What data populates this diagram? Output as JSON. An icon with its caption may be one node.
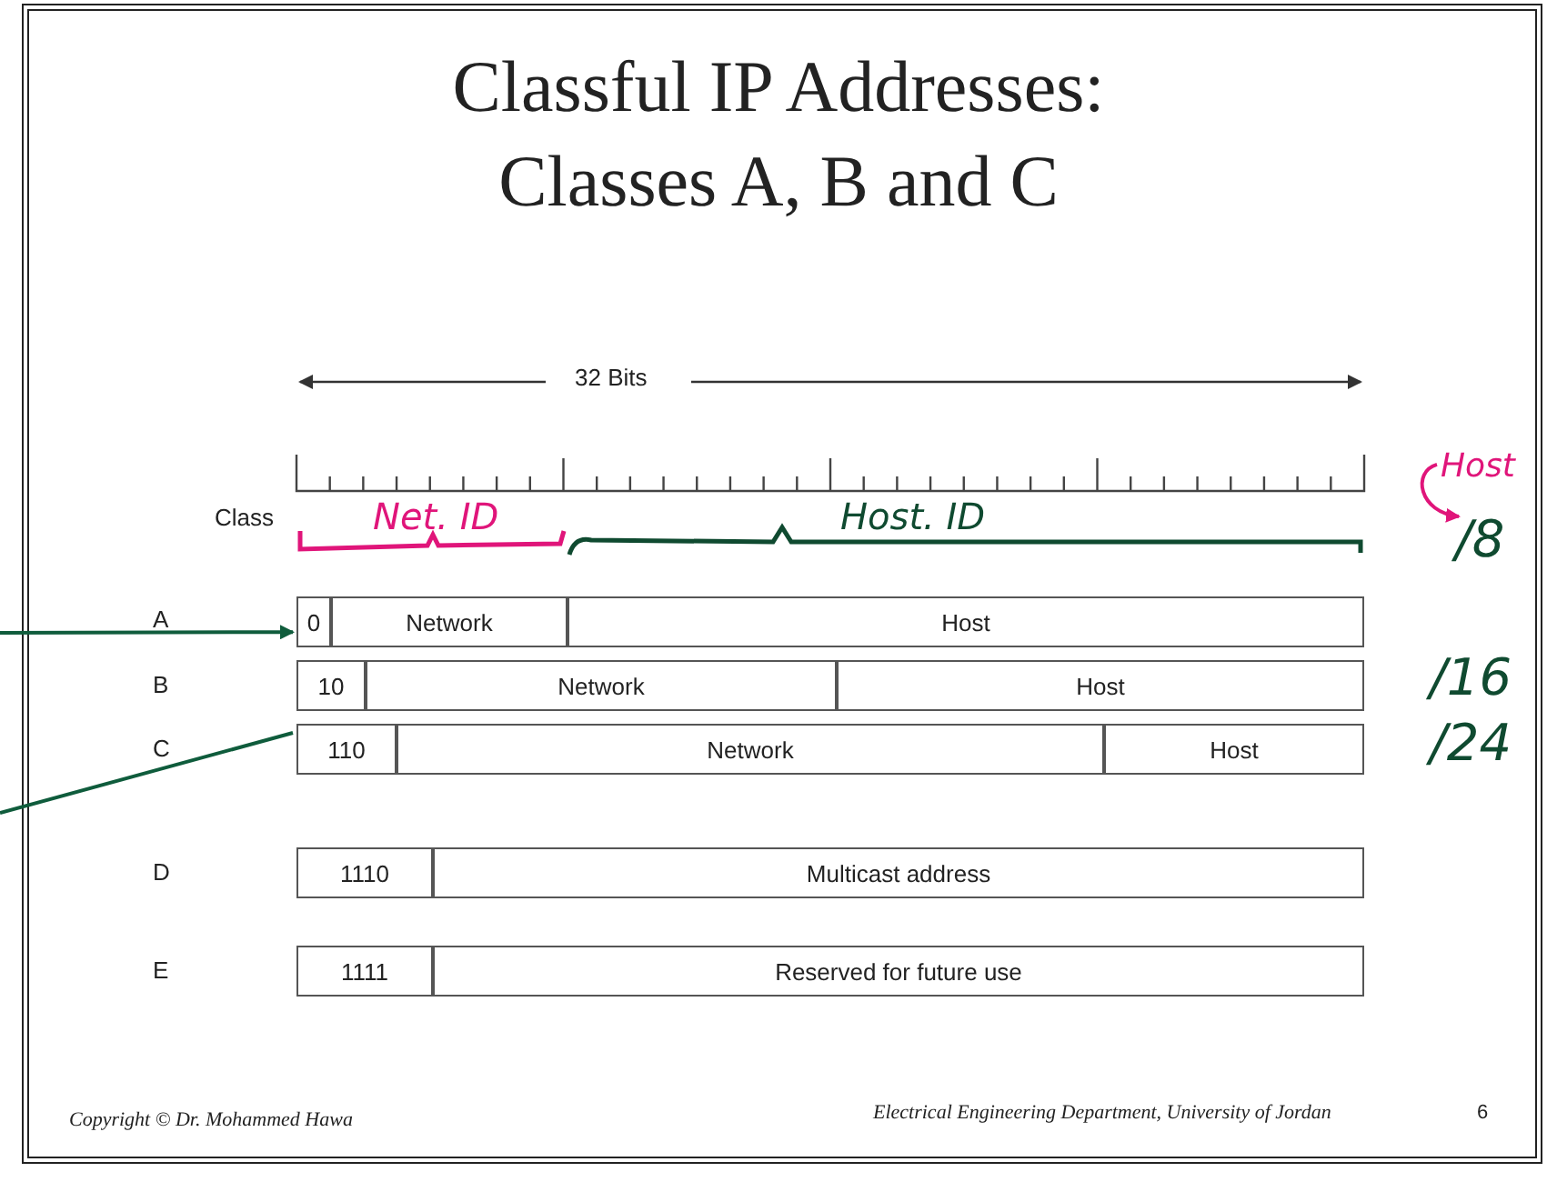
{
  "diagram": {
    "title": "Classful IP Addresses: Classes A, B and C",
    "nodes": [
      {
        "text": [
          "0"
        ]
      },
      {
        "text": [
          "Network"
        ]
      },
      {
        "text": [
          "Host"
        ]
      },
      {
        "text": [
          "10"
        ]
      },
      {
        "text": [
          "Network"
        ]
      },
      {
        "text": [
          "Host"
        ]
      },
      {
        "text": [
          "110"
        ]
      },
      {
        "text": [
          "Network"
        ]
      },
      {
        "text": [
          "Host"
        ]
      },
      {
        "text": [
          "1110"
        ]
      },
      {
        "text": [
          "Multicast address"
        ]
      },
      {
        "text": [
          "1111"
        ]
      },
      {
        "text": [
          "Reserved for future use"
        ]
      },
      {
        "text": [
          "Host"
        ]
      },
      {
        "text": [
          "/8"
        ]
      }
    ],
    "edges": [
      {
        "from": null,
        "to": 0,
        "arrow": "to"
      },
      {
        "from": null,
        "to": 3,
        "arrow": "none"
      },
      {
        "from": 13,
        "to": 14,
        "arrow": "to",
        "color": "#e0157a"
      }
    ],
    "labels": [
      "32 Bits",
      "Class",
      "Net. ID",
      "Host. ID",
      "A",
      "B",
      "/16",
      "C",
      "/24",
      "D",
      "E",
      "Copyright © Dr. Mohammed Hawa",
      "Electrical Engineering Department, University of Jordan",
      "6"
    ]
  }
}
